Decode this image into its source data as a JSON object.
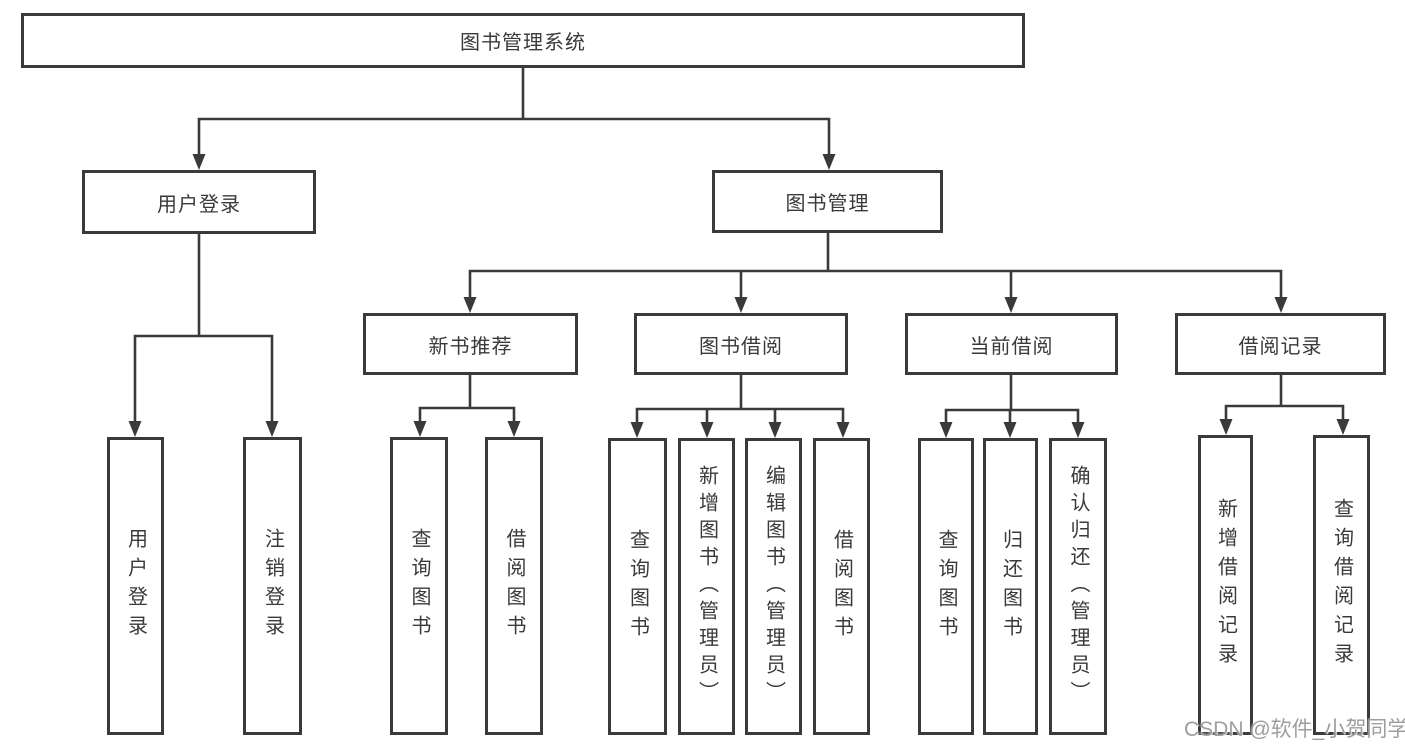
{
  "diagram": {
    "root": {
      "label": "图书管理系统"
    },
    "level2": [
      {
        "label": "用户登录"
      },
      {
        "label": "图书管理"
      }
    ],
    "level3": [
      {
        "label": "新书推荐",
        "parent": "图书管理"
      },
      {
        "label": "图书借阅",
        "parent": "图书管理"
      },
      {
        "label": "当前借阅",
        "parent": "图书管理"
      },
      {
        "label": "借阅记录",
        "parent": "图书管理"
      }
    ],
    "leaves": [
      {
        "label": "用户登录",
        "parent": "用户登录"
      },
      {
        "label": "注销登录",
        "parent": "用户登录"
      },
      {
        "label": "查询图书",
        "parent": "新书推荐"
      },
      {
        "label": "借阅图书",
        "parent": "新书推荐"
      },
      {
        "label": "查询图书",
        "parent": "图书借阅"
      },
      {
        "label": "新增图书（管理员）",
        "parent": "图书借阅"
      },
      {
        "label": "编辑图书（管理员）",
        "parent": "图书借阅"
      },
      {
        "label": "借阅图书",
        "parent": "图书借阅"
      },
      {
        "label": "查询图书",
        "parent": "当前借阅"
      },
      {
        "label": "归还图书",
        "parent": "当前借阅"
      },
      {
        "label": "确认归还（管理员）",
        "parent": "当前借阅"
      },
      {
        "label": "新增借阅记录",
        "parent": "借阅记录"
      },
      {
        "label": "查询借阅记录",
        "parent": "借阅记录"
      }
    ]
  },
  "watermark": {
    "text": "CSDN @软件_小贺同学"
  },
  "colors": {
    "line": "#3a3a3a",
    "box_border": "#3a3a3a",
    "text": "#3a3a3a",
    "box_background": "#ffffff",
    "page_background": "#ffffff",
    "watermark": "#969696"
  }
}
